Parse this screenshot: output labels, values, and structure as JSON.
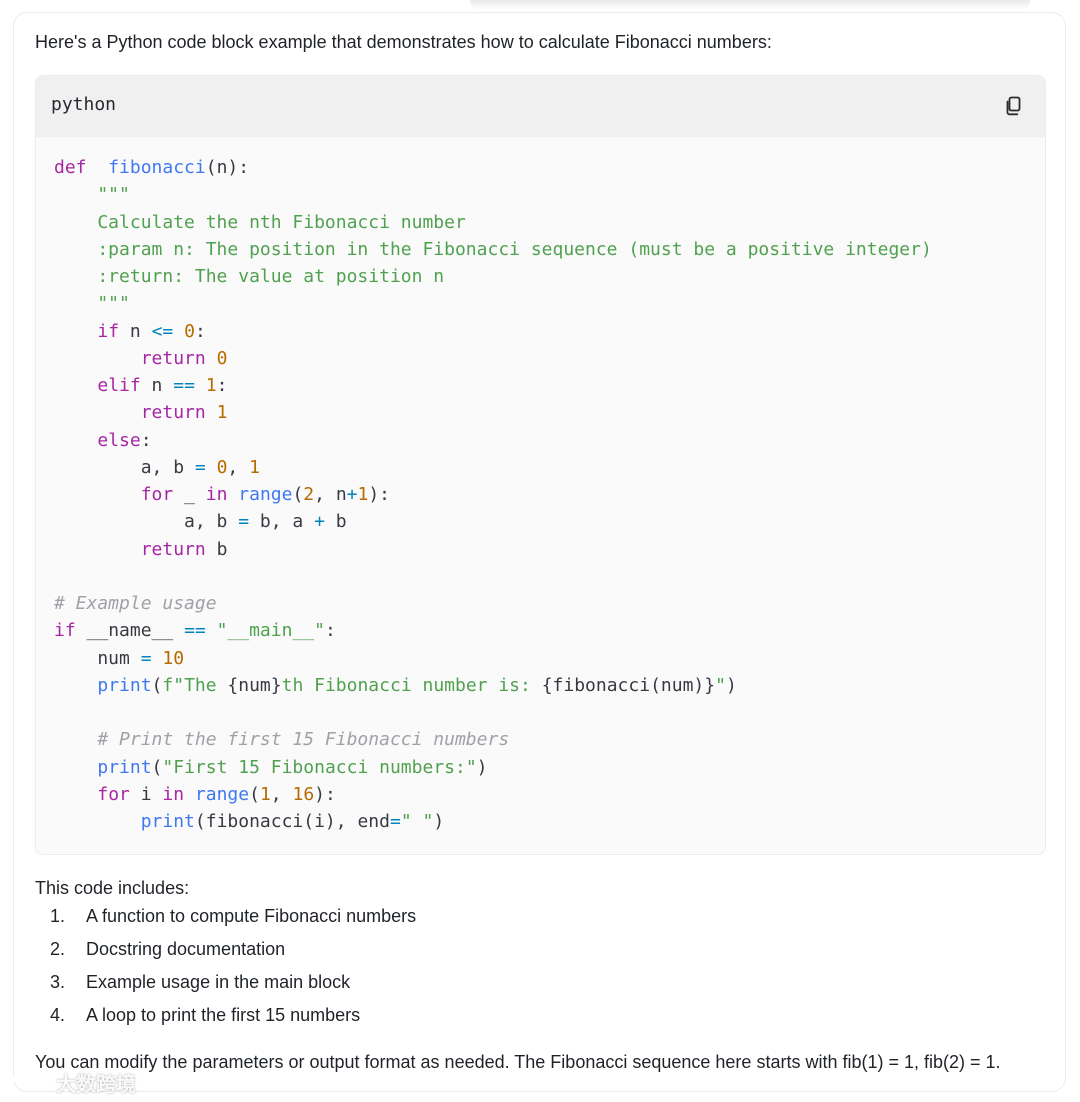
{
  "message": {
    "intro": "Here's a Python code block example that demonstrates how to calculate Fibonacci numbers:",
    "code": {
      "language": "python",
      "copy_icon": "copy-icon",
      "tokens": [
        [
          [
            "kw",
            "def"
          ],
          [
            "",
            "  "
          ],
          [
            "fn",
            "fibonacci"
          ],
          [
            "",
            "(n):"
          ]
        ],
        [
          [
            "st",
            "    \"\"\""
          ]
        ],
        [
          [
            "st",
            "    Calculate the nth Fibonacci number"
          ]
        ],
        [
          [
            "st",
            "    :param n: The position in the Fibonacci sequence (must be a positive integer)"
          ]
        ],
        [
          [
            "st",
            "    :return: The value at position n"
          ]
        ],
        [
          [
            "st",
            "    \"\"\""
          ]
        ],
        [
          [
            "",
            "    "
          ],
          [
            "kw",
            "if"
          ],
          [
            "",
            " n "
          ],
          [
            "op",
            "<="
          ],
          [
            "nm",
            " 0"
          ],
          [
            "",
            ":"
          ]
        ],
        [
          [
            "",
            "        "
          ],
          [
            "kw",
            "return"
          ],
          [
            "nm",
            " 0"
          ]
        ],
        [
          [
            "",
            "    "
          ],
          [
            "kw",
            "elif"
          ],
          [
            "",
            " n "
          ],
          [
            "op",
            "=="
          ],
          [
            "nm",
            " 1"
          ],
          [
            "",
            ":"
          ]
        ],
        [
          [
            "",
            "        "
          ],
          [
            "kw",
            "return"
          ],
          [
            "nm",
            " 1"
          ]
        ],
        [
          [
            "",
            "    "
          ],
          [
            "kw",
            "else"
          ],
          [
            "",
            ":"
          ]
        ],
        [
          [
            "",
            "        a, b "
          ],
          [
            "op",
            "="
          ],
          [
            "nm",
            " 0"
          ],
          [
            "",
            ", "
          ],
          [
            "nm",
            "1"
          ]
        ],
        [
          [
            "",
            "        "
          ],
          [
            "kw",
            "for"
          ],
          [
            "",
            " _ "
          ],
          [
            "kw",
            "in"
          ],
          [
            "",
            " "
          ],
          [
            "fn",
            "range"
          ],
          [
            "",
            "("
          ],
          [
            "nm",
            "2"
          ],
          [
            "",
            ", n"
          ],
          [
            "op",
            "+"
          ],
          [
            "nm",
            "1"
          ],
          [
            "",
            "):"
          ]
        ],
        [
          [
            "",
            "            a, b "
          ],
          [
            "op",
            "="
          ],
          [
            "",
            " b, a "
          ],
          [
            "op",
            "+"
          ],
          [
            "",
            " b"
          ]
        ],
        [
          [
            "",
            "        "
          ],
          [
            "kw",
            "return"
          ],
          [
            "",
            " b"
          ]
        ],
        [
          [
            "",
            ""
          ]
        ],
        [
          [
            "cm",
            "# Example usage"
          ]
        ],
        [
          [
            "kw",
            "if"
          ],
          [
            "",
            " __name__ "
          ],
          [
            "op",
            "=="
          ],
          [
            "st",
            " \"__main__\""
          ],
          [
            "",
            ":"
          ]
        ],
        [
          [
            "",
            "    num "
          ],
          [
            "op",
            "="
          ],
          [
            "nm",
            " 10"
          ]
        ],
        [
          [
            "",
            "    "
          ],
          [
            "fn",
            "print"
          ],
          [
            "",
            "("
          ],
          [
            "st",
            "f\"The "
          ],
          [
            "",
            "{num}"
          ],
          [
            "st",
            "th Fibonacci number is: "
          ],
          [
            "",
            "{fibonacci(num)}"
          ],
          [
            "st",
            "\""
          ],
          [
            "",
            ")"
          ]
        ],
        [
          [
            "",
            ""
          ]
        ],
        [
          [
            "cm",
            "    # Print the first 15 Fibonacci numbers"
          ]
        ],
        [
          [
            "",
            "    "
          ],
          [
            "fn",
            "print"
          ],
          [
            "",
            "("
          ],
          [
            "st",
            "\"First 15 Fibonacci numbers:\""
          ],
          [
            "",
            ")"
          ]
        ],
        [
          [
            "",
            "    "
          ],
          [
            "kw",
            "for"
          ],
          [
            "",
            " i "
          ],
          [
            "kw",
            "in"
          ],
          [
            "",
            " "
          ],
          [
            "fn",
            "range"
          ],
          [
            "",
            "("
          ],
          [
            "nm",
            "1"
          ],
          [
            "",
            ", "
          ],
          [
            "nm",
            "16"
          ],
          [
            "",
            "):"
          ]
        ],
        [
          [
            "",
            "        "
          ],
          [
            "fn",
            "print"
          ],
          [
            "",
            "(fibonacci(i), end"
          ],
          [
            "op",
            "="
          ],
          [
            "st",
            "\" \""
          ],
          [
            "",
            ")"
          ]
        ]
      ]
    },
    "outro_heading": "This code includes:",
    "features": [
      {
        "num": "1.",
        "text": "A function to compute Fibonacci numbers"
      },
      {
        "num": "2.",
        "text": "Docstring documentation"
      },
      {
        "num": "3.",
        "text": "Example usage in the main block"
      },
      {
        "num": "4.",
        "text": "A loop to print the first 15 numbers"
      }
    ],
    "footer": "You can modify the parameters or output format as needed. The Fibonacci sequence here starts with fib(1) = 1, fib(2) = 1."
  },
  "watermark": {
    "text": "大数跨境",
    "icon": "watermark-logo-icon"
  }
}
